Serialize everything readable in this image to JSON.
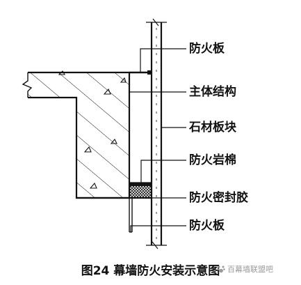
{
  "labels": {
    "fireproof_board_top": "防火板",
    "main_structure": "主体结构",
    "stone_panel": "石材板块",
    "fire_rock_wool": "防火岩棉",
    "fire_sealant": "防火密封胶",
    "fireproof_board_bottom": "防火板"
  },
  "caption": "图24 幕墙防火安装示意图",
  "watermark": "百幕墙联盟吧",
  "colors": {
    "line": "#111111",
    "background": "#ffffff",
    "watermark": "#9a9a9a"
  }
}
